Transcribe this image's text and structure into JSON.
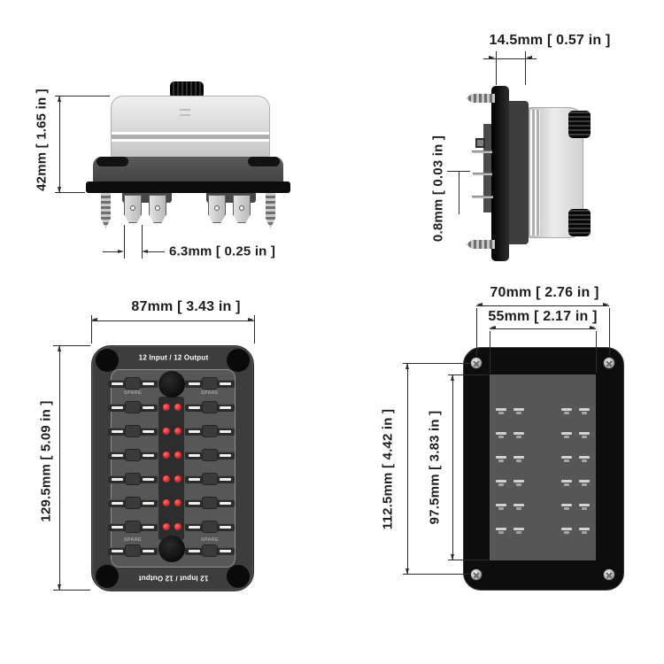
{
  "product": {
    "header_label": "12 Input / 12 Output",
    "footer_label": "12 Input / 12 Output",
    "spare_label": "SPARE"
  },
  "front_view": {
    "height_dim": "42mm [ 1.65 in ]",
    "blade_width_dim": "6.3mm [ 0.25 in ]"
  },
  "side_view": {
    "depth_dim": "14.5mm [ 0.57 in ]",
    "blade_thickness_dim": "0.8mm [ 0.03 in ]"
  },
  "top_view": {
    "width_dim": "87mm [ 3.43 in ]",
    "height_dim": "129.5mm [ 5.09 in ]",
    "fuse_rows": 8,
    "fuse_columns": 2,
    "led_pair_rows": 6
  },
  "rear_view": {
    "mount_hole_width_dim": "70mm [ 2.76 in ]",
    "body_width_dim": "55mm [ 2.17 in ]",
    "mount_hole_height_dim": "112.5mm [ 4.42 in ]",
    "body_height_dim": "97.5mm [ 3.83 in ]",
    "terminal_rows": 6,
    "terminal_groups_per_row": 2,
    "terminals_per_group": 2
  },
  "colors": {
    "background": "#ffffff",
    "dimension_line": "#2b2b2b",
    "dimension_text": "#1d1d1d",
    "body_dark_gray": "#3d3d3d",
    "panel_gray": "#565656",
    "cover_light_gray": "#d9d9d9",
    "housing_black": "#0d0d0d",
    "led_red": "#e02424",
    "panel_label_white": "#ffffff"
  }
}
